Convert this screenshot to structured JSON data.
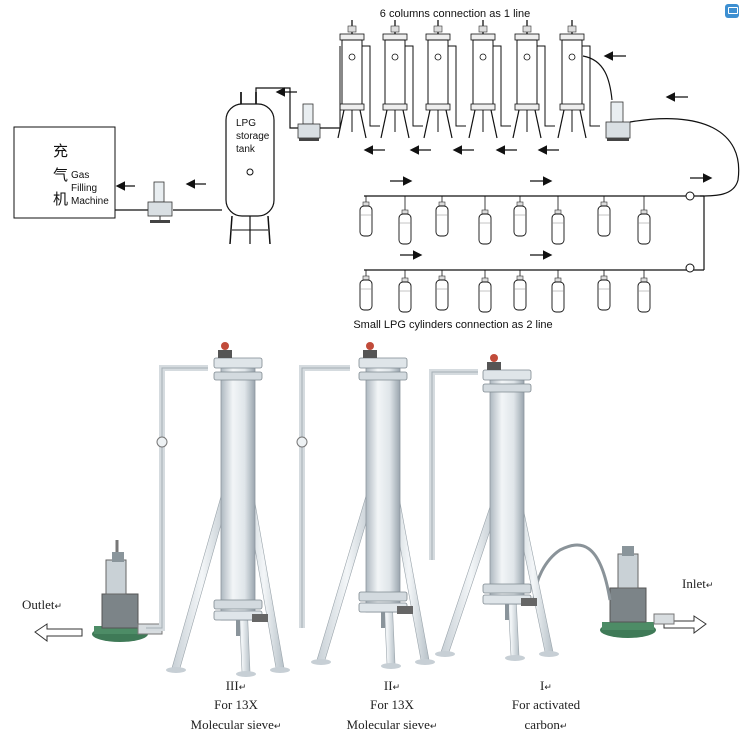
{
  "top_diagram": {
    "columns_caption": "6 columns connection as 1 line",
    "tank_label_lines": [
      "LPG",
      "storage",
      "tank"
    ],
    "machine_label_cjk": [
      "充",
      "气",
      "机"
    ],
    "machine_label_lines": [
      "Gas",
      "Filling",
      "Machine"
    ],
    "cylinders_caption": "Small LPG cylinders connection as 2 line",
    "column_count": 6,
    "cylinders_per_line": 8
  },
  "bottom_photo": {
    "outlet_label": "Outlet",
    "inlet_label": "Inlet",
    "paragraph_mark": "↵",
    "columns": [
      {
        "numeral": "III",
        "lines": [
          "For 13X",
          "Molecular sieve"
        ]
      },
      {
        "numeral": "II",
        "lines": [
          "For 13X",
          "Molecular sieve"
        ]
      },
      {
        "numeral": "I",
        "lines": [
          "For activated",
          "carbon"
        ]
      }
    ]
  },
  "colors": {
    "line": "#111111",
    "column_fill": "#e7ecef",
    "column_shade": "#b9c3ca",
    "stand": "#dde3e7",
    "pump_green": "#3f7a57",
    "corner_icon": "#3d8fd1"
  }
}
